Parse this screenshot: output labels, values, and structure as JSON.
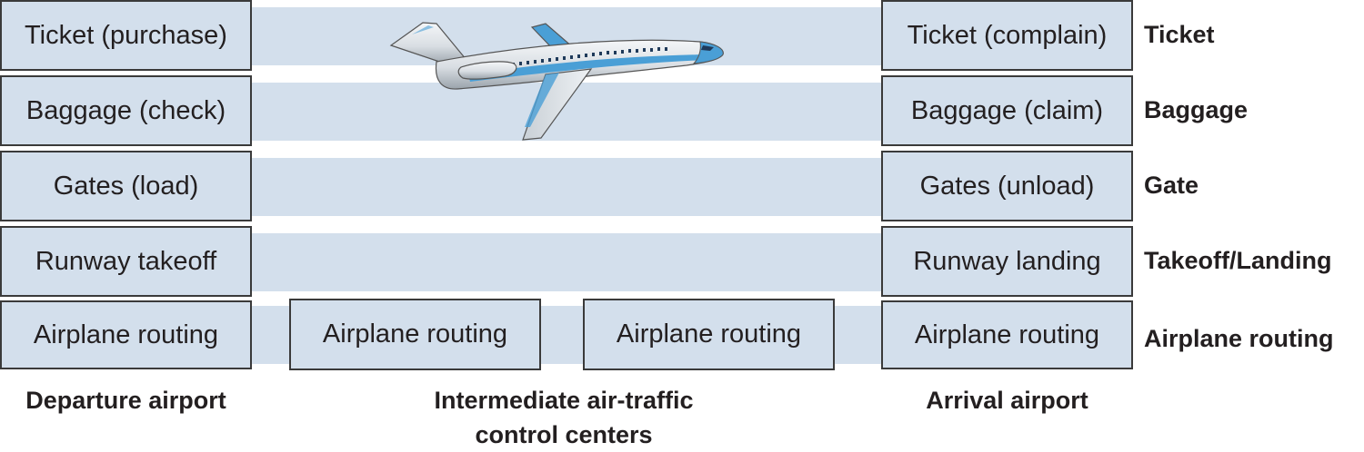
{
  "layers": [
    "Ticket",
    "Baggage",
    "Gate",
    "Takeoff/Landing",
    "Airplane routing"
  ],
  "departure": {
    "caption": "Departure airport",
    "steps": [
      "Ticket (purchase)",
      "Baggage (check)",
      "Gates (load)",
      "Runway takeoff",
      "Airplane routing"
    ]
  },
  "intermediate": {
    "caption_line1": "Intermediate air-traffic",
    "caption_line2": "control centers",
    "steps": [
      "Airplane routing",
      "Airplane routing"
    ]
  },
  "arrival": {
    "caption": "Arrival airport",
    "steps": [
      "Ticket (complain)",
      "Baggage (claim)",
      "Gates (unload)",
      "Runway landing",
      "Airplane routing"
    ]
  },
  "colors": {
    "band": "#d3dfec",
    "border": "#3a3a3a",
    "airplane_accent": "#4a9fd6"
  },
  "icons": [
    "airplane-icon"
  ]
}
